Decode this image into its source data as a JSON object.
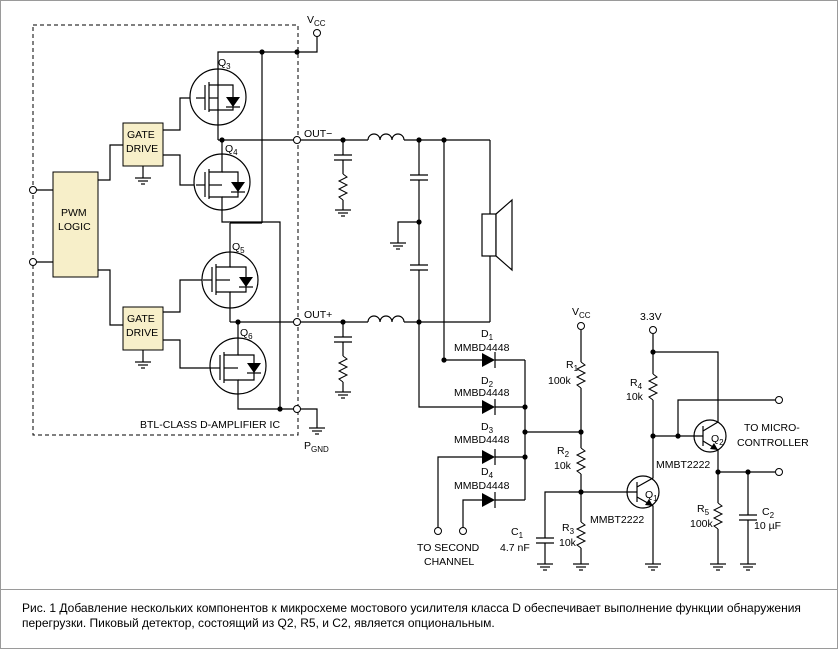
{
  "labels": {
    "pwm_logic_1": "PWM",
    "pwm_logic_2": "LOGIC",
    "gate_drive_top_1": "GATE",
    "gate_drive_top_2": "DRIVE",
    "gate_drive_bot_1": "GATE",
    "gate_drive_bot_2": "DRIVE",
    "ic_label": "BTL-CLASS D-AMPLIFIER IC",
    "vcc_top": "V",
    "vcc_top_sub": "CC",
    "vcc_mid": "V",
    "vcc_mid_sub": "CC",
    "pgnd": "P",
    "pgnd_sub": "GND",
    "out_minus": "OUT−",
    "out_plus": "OUT+",
    "q3": "Q",
    "q3_sub": "3",
    "q4": "Q",
    "q4_sub": "4",
    "q5": "Q",
    "q5_sub": "5",
    "q6": "Q",
    "q6_sub": "6",
    "d1": "D",
    "d1_sub": "1",
    "d1_part": "MMBD4448",
    "d2": "D",
    "d2_sub": "2",
    "d2_part": "MMBD4448",
    "d3": "D",
    "d3_sub": "3",
    "d3_part": "MMBD4448",
    "d4": "D",
    "d4_sub": "4",
    "d4_part": "MMBD4448",
    "r1": "R",
    "r1_sub": "1",
    "r1_val": "100k",
    "r2": "R",
    "r2_sub": "2",
    "r2_val": "10k",
    "r3": "R",
    "r3_sub": "3",
    "r3_val": "10k",
    "r4": "R",
    "r4_sub": "4",
    "r4_val": "10k",
    "r5": "R",
    "r5_sub": "5",
    "r5_val": "100k",
    "c1": "C",
    "c1_sub": "1",
    "c1_val": "4.7 nF",
    "c2": "C",
    "c2_sub": "2",
    "c2_val": "10 µF",
    "q1": "Q",
    "q1_sub": "1",
    "q1_part": "MMBT2222",
    "q2": "Q",
    "q2_sub": "2",
    "q2_part": "MMBT2222",
    "v33": "3.3V",
    "to_second_1": "TO SECOND",
    "to_second_2": "CHANNEL",
    "to_micro_1": "TO MICRO-",
    "to_micro_2": "CONTROLLER"
  },
  "caption": "Рис. 1 Добавление нескольких компонентов к микросхеме мостового усилителя класса D обеспечивает выполнение функции  обнаружения перегрузки. Пиковый детектор, состоящий из Q2, R5, и C2, является опциональным.",
  "colors": {
    "block_fill": "#f7efc9",
    "line": "#000000",
    "frame": "#9a9a9a"
  }
}
